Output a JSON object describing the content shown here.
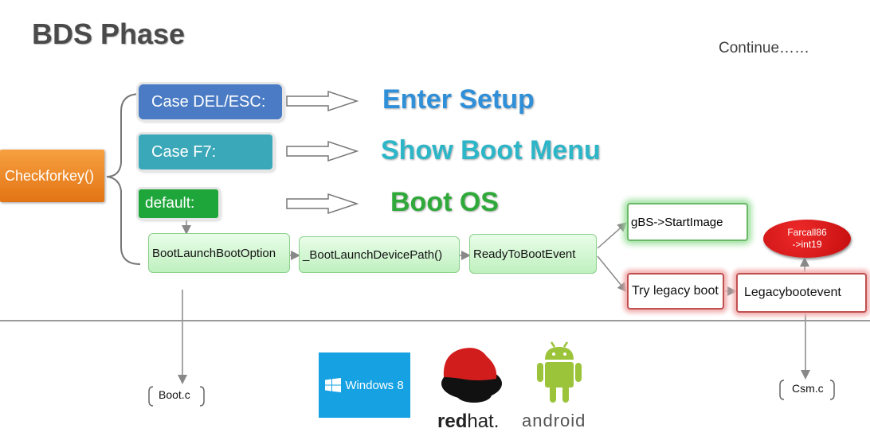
{
  "title": "BDS Phase",
  "continue_label": "Continue……",
  "checkforkey": "Checkforkey()",
  "cases": {
    "del_esc": "Case  DEL/ESC:",
    "f7": "Case  F7:",
    "default": "default:"
  },
  "results": {
    "enter_setup": "Enter Setup",
    "show_boot_menu": "Show Boot Menu",
    "boot_os": "Boot OS"
  },
  "flow": {
    "boot_launch_boot_option": "BootLaunchBootOption",
    "boot_launch_device_path": "_BootLaunchDevicePath()",
    "ready_to_boot_event": "ReadyToBootEvent",
    "start_image": "gBS->StartImage",
    "try_legacy_boot": "Try legacy boot",
    "legacy_boot_event": "Legacybootevent",
    "farcall_line1": "Farcall86",
    "farcall_line2": "->int19"
  },
  "files": {
    "boot_c": "Boot.c",
    "csm_c": "Csm.c"
  },
  "logos": {
    "windows": "Windows 8",
    "redhat_bold": "red",
    "redhat_light": "hat.",
    "android": "android"
  },
  "colors": {
    "checkforkey": "#e9801f",
    "del_esc": "#4a7bc4",
    "f7": "#3aa8b8",
    "default": "#1ea63a",
    "enter_setup": "#2f8fd8",
    "show_boot_menu": "#2db5c8",
    "boot_os": "#2ea93a",
    "farcall": "#d41414"
  }
}
